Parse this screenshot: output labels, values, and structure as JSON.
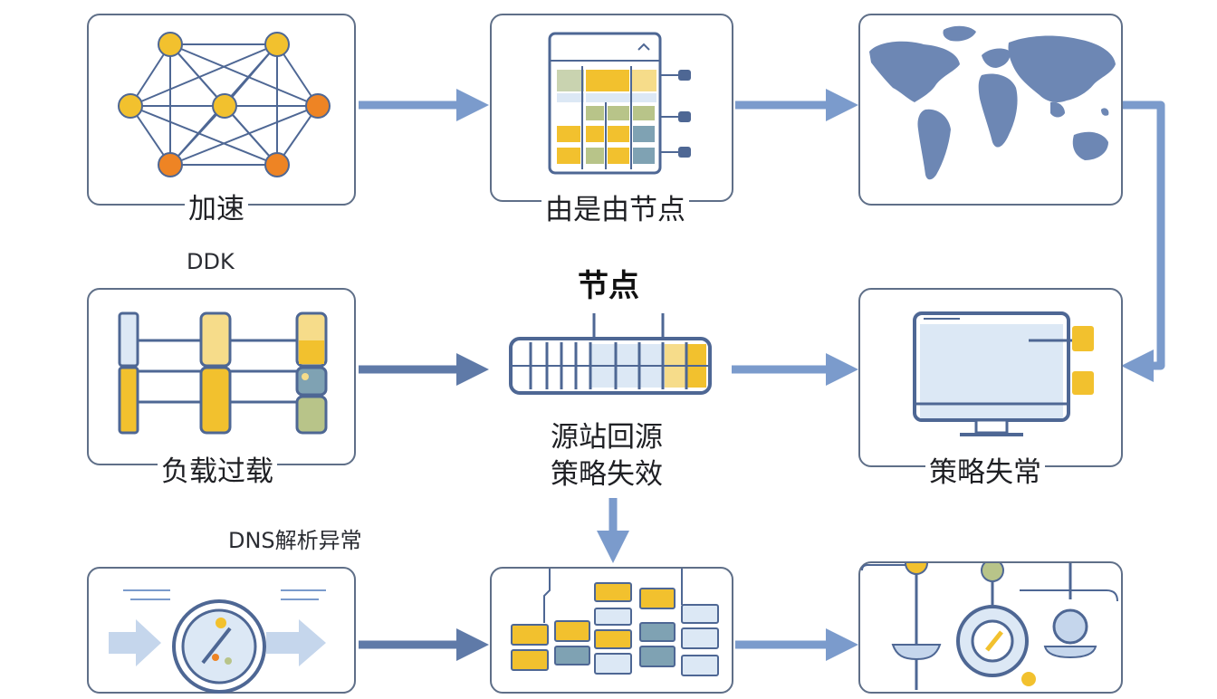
{
  "diagram": {
    "labels": {
      "accelerate": "加速",
      "routing_node": "由是由节点",
      "ddk": "DDK",
      "node_heading": "节点",
      "load_overload": "负载过载",
      "origin_line1": "源站回源",
      "origin_line2": "策略失效",
      "policy_anomaly": "策略失常",
      "dns_anomaly": "DNS解析异常"
    },
    "colors": {
      "border": "#5f6f88",
      "arrow": "#7b9bcc",
      "arrow_dark": "#5f7aa8",
      "yellow": "#f2c12e",
      "orange": "#ee8424",
      "light_blue": "#dce8f5",
      "green": "#b8c489",
      "teal": "#7fa2b3",
      "map": "#6d87b4"
    },
    "icons": {
      "card_1": "network-graph-icon",
      "card_2": "spreadsheet-icon",
      "card_3": "world-map-icon",
      "card_4": "bar-columns-icon",
      "card_5": "node-strip-icon",
      "card_6": "monitor-icon",
      "card_7": "gauge-icon",
      "card_8": "grid-blocks-icon",
      "card_9": "scale-icon"
    }
  }
}
